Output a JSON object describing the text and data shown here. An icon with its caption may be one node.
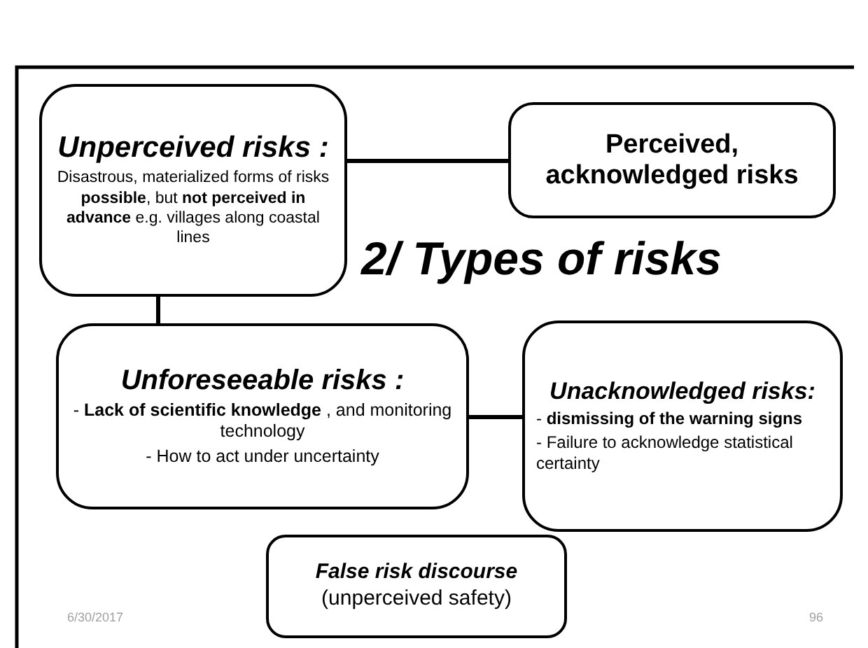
{
  "diagram": {
    "title": "2/ Types of risks",
    "nodes": [
      {
        "text": [
          "Unperceived risks :",
          "Disastrous, materialized forms of risks **possible**, but **not perceived in advance** e.g. villages along coastal lines"
        ]
      },
      {
        "text": [
          "Perceived, acknowledged risks"
        ]
      },
      {
        "text": [
          "Unforeseeable risks :",
          "- **Lack of scientific knowledge** , and monitoring technology",
          "- How to act under uncertainty"
        ]
      },
      {
        "text": [
          "Unacknowledged risks:",
          "- **dismissing of the warning signs**",
          "- Failure to acknowledge statistical certainty"
        ]
      },
      {
        "text": [
          "False risk discourse",
          "(unperceived safety)"
        ]
      }
    ],
    "edges": [
      {
        "from": 0,
        "to": 1,
        "arrow": "none"
      },
      {
        "from": 0,
        "to": 2,
        "arrow": "none"
      },
      {
        "from": 2,
        "to": 3,
        "arrow": "none"
      }
    ],
    "labels": [
      "6/30/2017",
      "96"
    ]
  }
}
